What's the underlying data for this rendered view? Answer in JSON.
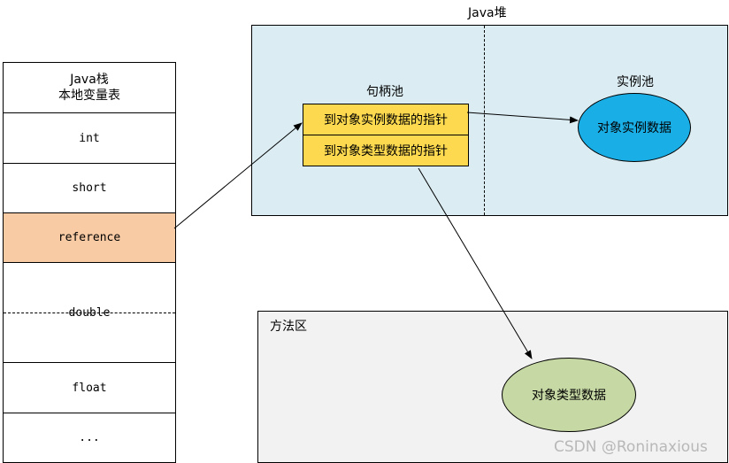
{
  "heap": {
    "title": "Java堆"
  },
  "stack": {
    "title_line1": "Java栈",
    "title_line2": "本地变量表",
    "slots": {
      "int": "int",
      "short": "short",
      "reference": "reference",
      "double": "double",
      "float": "float",
      "more": "..."
    }
  },
  "handle_pool": {
    "title": "句柄池",
    "instance_ptr": "到对象实例数据的指针",
    "type_ptr": "到对象类型数据的指针"
  },
  "instance_pool": {
    "title": "实例池",
    "instance_data": "对象实例数据"
  },
  "method_area": {
    "title": "方法区",
    "type_data": "对象类型数据"
  },
  "watermark": "CSDN @Roninaxious",
  "colors": {
    "heap_bg": "#dbedf3",
    "method_bg": "#f2f2f2",
    "reference_slot": "#f8cba5",
    "handle_box": "#fdd94f",
    "instance_ellipse": "#1aaee6",
    "type_ellipse": "#c6d8a3"
  }
}
